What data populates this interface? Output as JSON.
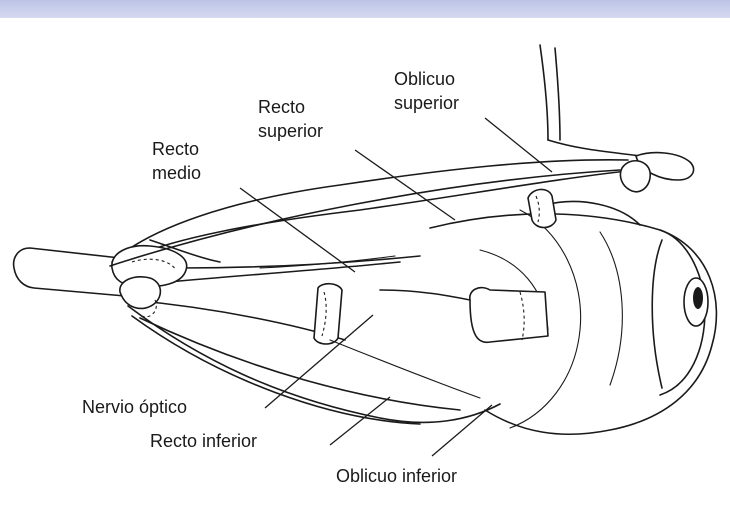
{
  "labels": {
    "oblicuo_superior_1": "Oblicuo",
    "oblicuo_superior_2": "superior",
    "recto_superior_1": "Recto",
    "recto_superior_2": "superior",
    "recto_medio_1": "Recto",
    "recto_medio_2": "medio",
    "nervio_optico": "Nervio óptico",
    "recto_inferior": "Recto inferior",
    "oblicuo_inferior": "Oblicuo inferior"
  },
  "colors": {
    "ink": "#1a1a1a",
    "background": "#ffffff",
    "top_band": "#c8cdeb"
  }
}
